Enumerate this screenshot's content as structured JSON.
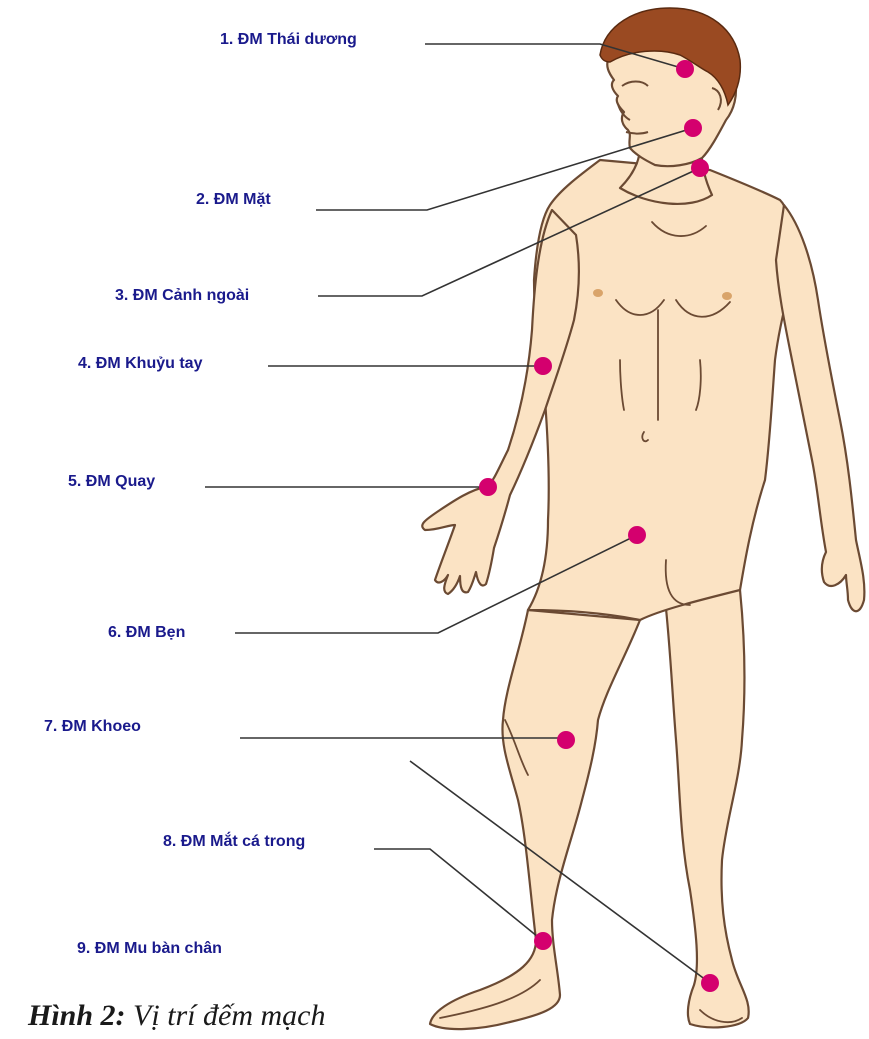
{
  "colors": {
    "label_text": "#1a1a8c",
    "marker": "#d4006e",
    "leader_line": "#333333",
    "skin": "#fbe3c4",
    "outline": "#6b4a33",
    "hair": "#9a4a22"
  },
  "labels": [
    "1. ĐM Thái dương",
    "2. ĐM Mặt",
    "3. ĐM Cảnh ngoài",
    "4. ĐM Khuỷu tay",
    "5. ĐM Quay",
    "6. ĐM Bẹn",
    "7. ĐM Khoeo",
    "8. ĐM Mắt cá trong",
    "9. ĐM Mu bàn chân"
  ],
  "caption": {
    "prefix": "Hình 2:",
    "text": " Vị trí đếm mạch"
  }
}
